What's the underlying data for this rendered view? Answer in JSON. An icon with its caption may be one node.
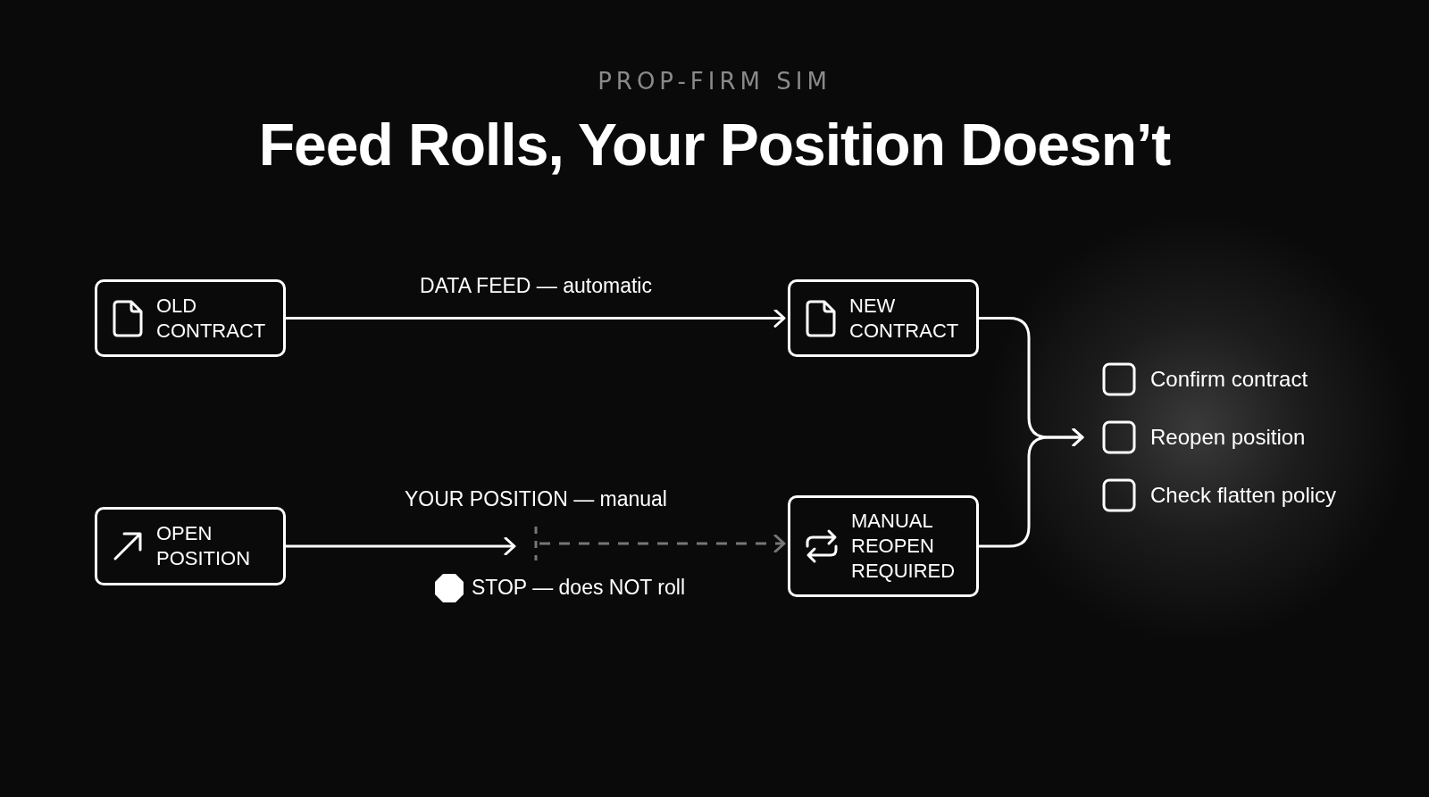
{
  "diagram": {
    "title": "Feed Rolls, Your Position Doesn’t",
    "nodes": [
      {
        "text": [
          "OLD CONTRACT"
        ]
      },
      {
        "text": [
          "NEW CONTRACT"
        ]
      },
      {
        "text": [
          "OPEN POSITION"
        ]
      },
      {
        "text": [
          "MANUAL REOPEN REQUIRED"
        ]
      },
      {
        "text": [],
        "shape": "bar",
        "beside": [
          "STOP — does NOT roll"
        ]
      },
      {
        "text": [
          "Confirm contract",
          "Reopen position",
          "Check flatten policy"
        ]
      }
    ],
    "edges": [
      {
        "from": 0,
        "to": 1,
        "arrow": "to",
        "label": "DATA FEED — automatic"
      },
      {
        "from": 2,
        "to": 4,
        "arrow": "to",
        "label": "YOUR POSITION — manual"
      },
      {
        "from": 4,
        "to": 3,
        "arrow": "to",
        "style": "dashed",
        "color": "#777777"
      },
      {
        "from": 1,
        "to": 5,
        "arrow": "to"
      },
      {
        "from": 3,
        "to": 5,
        "arrow": "to"
      }
    ],
    "labels": [
      "PROP-FIRM SIM"
    ]
  }
}
